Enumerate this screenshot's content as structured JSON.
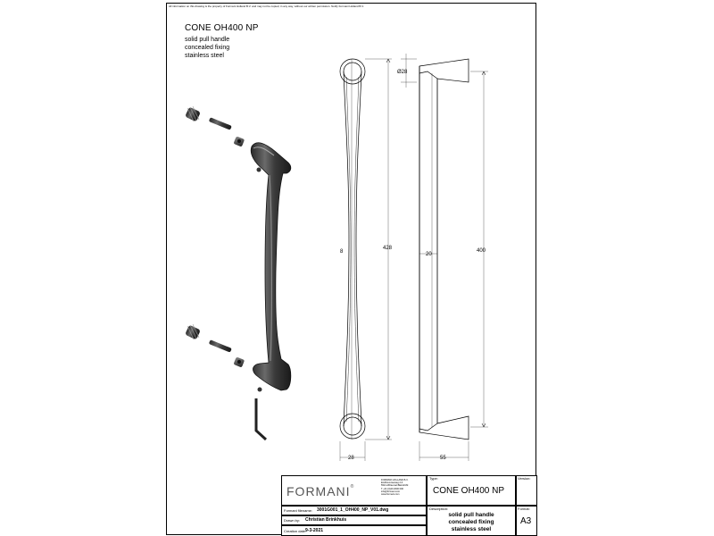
{
  "header": {
    "copyright": "All information on this drawing is the property of Formani Holland B.V. and may not be copied, in any way, without our written permission. Notify Formani Holland B.V."
  },
  "title": "CONE OH400 NP",
  "description": [
    "solid pull handle",
    "concealed fixing",
    "stainless steel"
  ],
  "dimensions": {
    "diameter": "Ø28",
    "width_front": "8",
    "height_total": "428",
    "depth": "20",
    "length": "400",
    "bottom_front": "28",
    "bottom_side": "55"
  },
  "title_block": {
    "brand": "FORMANI",
    "brand_mark": "®",
    "company_lines": [
      "FORMANI HOLLAND B.V.",
      "Eindhovenseweg 2-4",
      "5521 AB Eersel BELGIUM",
      "T +31 (0)40 2000 000",
      "info@formani.com",
      "www.formani.com"
    ],
    "type_label": "Type:",
    "type_value": "CONE OH400 NP",
    "version_label": "Version:",
    "filename_label": "Formani filename:",
    "filename_value": "3001G001_1_OH400_NP_V01.dwg",
    "drawn_label": "Drawn by:",
    "drawn_value": "Christian Brinkhuis",
    "date_label": "Creation date:",
    "date_value": "9-3-2021",
    "description_label": "Description:",
    "description_value": [
      "solid pull handle",
      "concealed fixing",
      "stainless steel"
    ],
    "format_label": "Format:",
    "format_value": "A3"
  }
}
